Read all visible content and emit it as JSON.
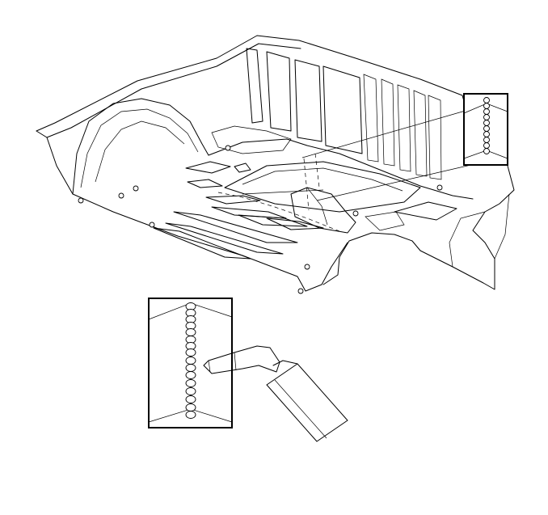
{
  "figure": {
    "subject": "rear-floor-pan",
    "callouts": [
      {
        "id": "upper-weld-detail",
        "icon": "weld-bead-icon"
      },
      {
        "id": "lower-weld-detail",
        "icon": "welding-torch-icon"
      }
    ],
    "colors": {
      "line": "#000000",
      "background": "#ffffff"
    }
  }
}
